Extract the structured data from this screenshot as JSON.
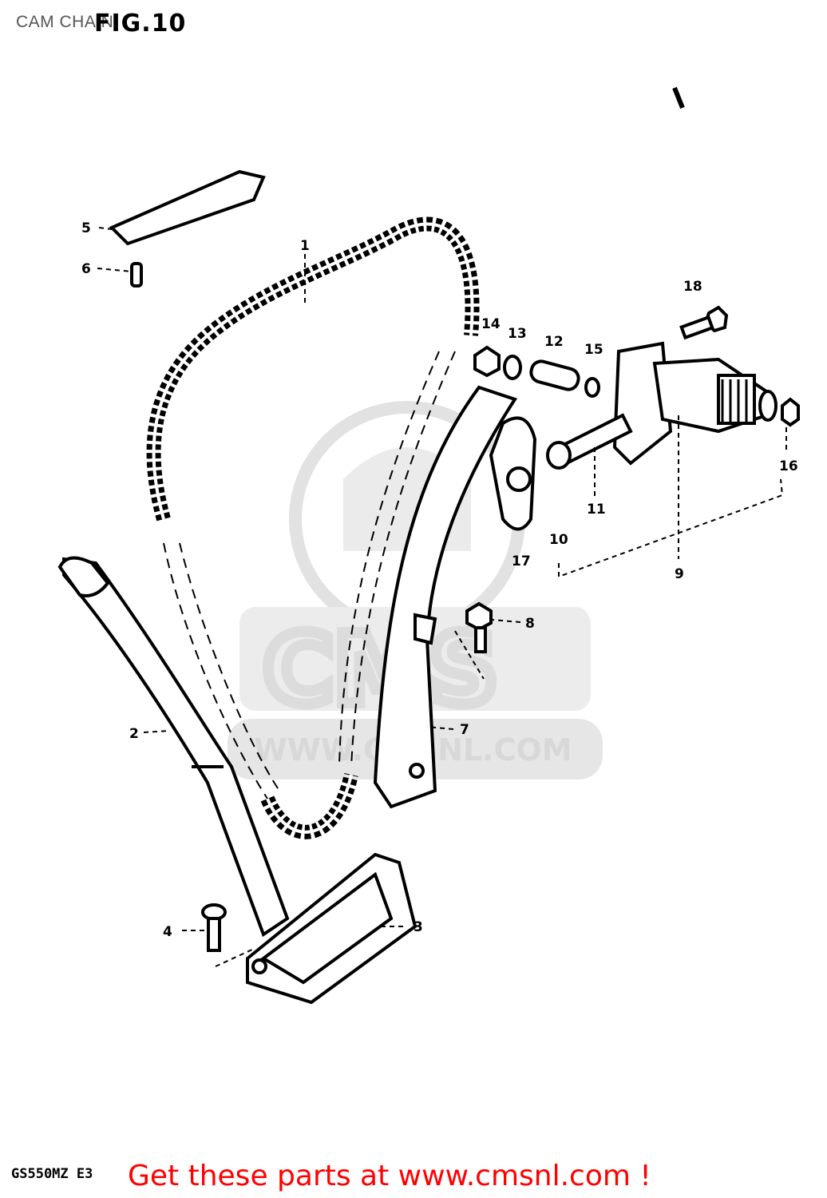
{
  "header": {
    "page_title": "CAM CHAIN",
    "figure_title": "FIG.10"
  },
  "watermark": {
    "brand": "CMS",
    "url": "WWW.CMSNL.COM"
  },
  "callouts": [
    "1",
    "2",
    "3",
    "4",
    "5",
    "6",
    "7",
    "8",
    "9",
    "10",
    "11",
    "12",
    "13",
    "14",
    "15",
    "16",
    "17",
    "18"
  ],
  "footer": {
    "model_code": "GS550MZ E3",
    "promo": "Get these parts at www.cmsnl.com !"
  }
}
